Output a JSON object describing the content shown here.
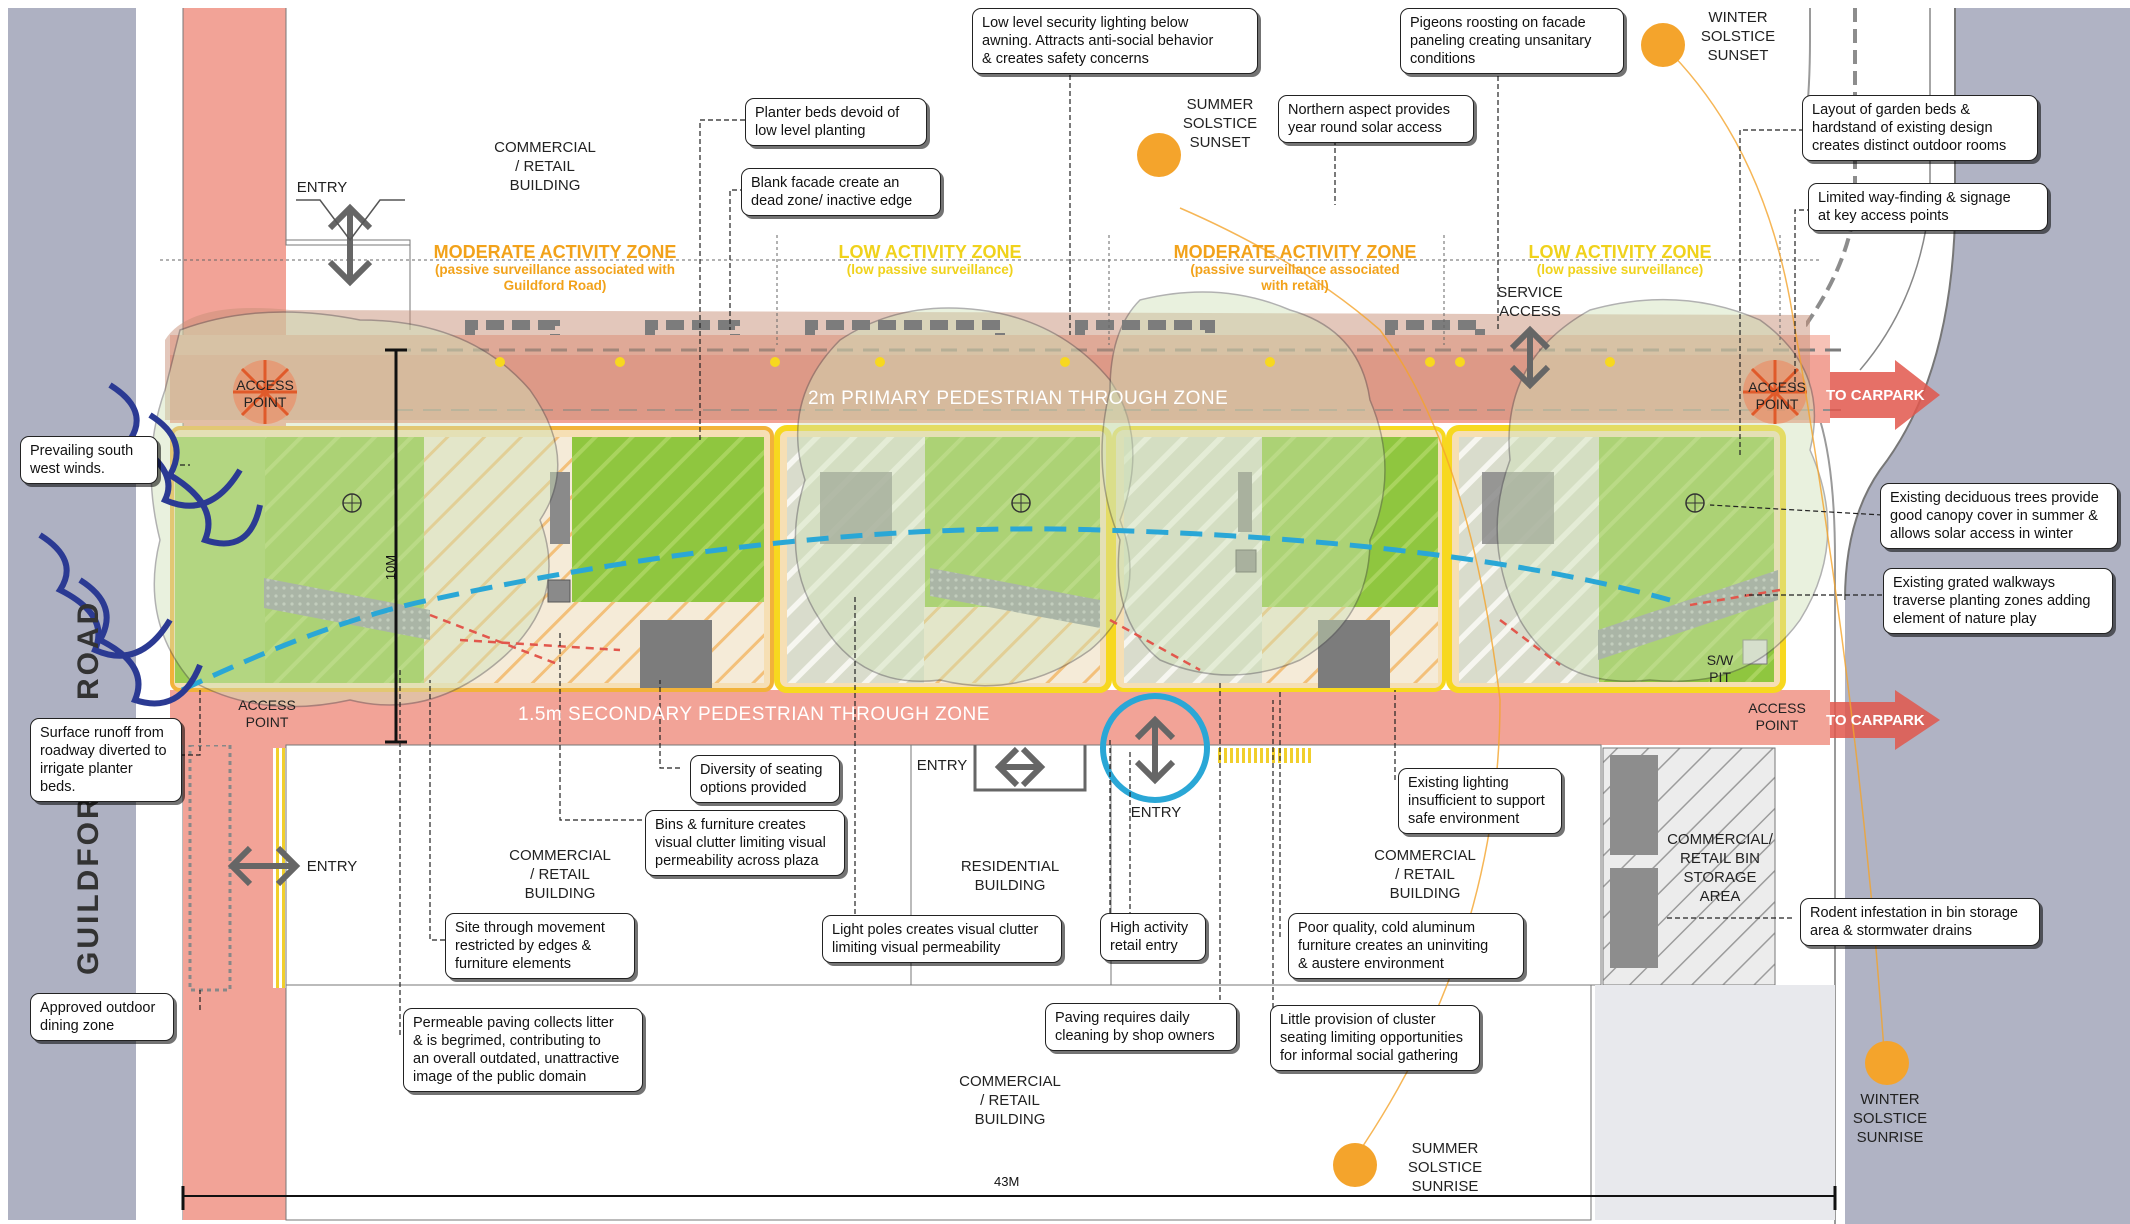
{
  "colors": {
    "road": "#aeb1c2",
    "pedestrian": "#f2a397",
    "planter": "#8fc63f",
    "zone_border": "#f7d81f",
    "activity_orange": "#f2a21a",
    "low_yellow": "#f0d21c",
    "runoff": "#2aa7d6",
    "wind": "#2b3a93",
    "sun": "#f4a42c",
    "arrow_red": "#e2574c"
  },
  "labels": {
    "road_top": "ROAD",
    "road_bottom": "GUILDFORD",
    "commercial_top": "COMMERCIAL\n/ RETAIL\nBUILDING",
    "commercial_mid_left": "COMMERCIAL\n/ RETAIL\nBUILDING",
    "residential": "RESIDENTIAL\nBUILDING",
    "commercial_mid_right": "COMMERCIAL\n/ RETAIL\nBUILDING",
    "commercial_bottom": "COMMERCIAL\n/ RETAIL\nBUILDING",
    "bin_storage": "COMMERCIAL/\nRETAIL BIN\nSTORAGE\nAREA",
    "entry_top": "ENTRY",
    "entry_left": "ENTRY",
    "entry_mid": "ENTRY",
    "entry_center": "ENTRY",
    "service_access": "SERVICE\nACCESS",
    "access_point_tl": "ACCESS\nPOINT",
    "access_point_bl": "ACCESS\nPOINT",
    "access_point_tr": "ACCESS\nPOINT",
    "access_point_br": "ACCESS\nPOINT",
    "sw_pit": "S/W\nPIT",
    "to_carpark_top": "TO CARPARK",
    "to_carpark_bottom": "TO CARPARK",
    "primary_zone": "2m PRIMARY PEDESTRIAN THROUGH ZONE",
    "secondary_zone": "1.5m SECONDARY PEDESTRIAN THROUGH ZONE",
    "dim_10m": "10M",
    "dim_43m": "43M",
    "summer_sunset": "SUMMER\nSOLSTICE\nSUNSET",
    "winter_sunset": "WINTER\nSOLSTICE\nSUNSET",
    "winter_sunrise": "WINTER\nSOLSTICE\nSUNRISE",
    "summer_sunrise": "SUMMER\nSOLSTICE\nSUNRISE"
  },
  "zones": {
    "z1_title": "MODERATE ACTIVITY ZONE",
    "z1_sub": "(passive surveillance associated with\nGuildford Road)",
    "z2_title": "LOW ACTIVITY ZONE",
    "z2_sub": "(low passive surveillance)",
    "z3_title": "MODERATE ACTIVITY ZONE",
    "z3_sub": "(passive surveillance associated\nwith retail)",
    "z4_title": "LOW ACTIVITY ZONE",
    "z4_sub": "(low passive surveillance)"
  },
  "callouts": {
    "security_lighting": "Low level security lighting below\nawning. Attracts anti-social behavior\n& creates safety concerns",
    "pigeons": "Pigeons roosting on facade\npaneling creating unsanitary\nconditions",
    "planter_beds": "Planter beds devoid of\nlow level planting",
    "northern_aspect": "Northern aspect provides\nyear round solar access",
    "garden_beds": "Layout of garden beds &\nhardstand of existing design\ncreates distinct outdoor rooms",
    "blank_facade": "Blank facade create an\ndead zone/ inactive edge",
    "wayfinding": "Limited way-finding & signage\nat key access points",
    "winds": "Prevailing south\nwest winds.",
    "deciduous": "Existing deciduous trees provide\ngood canopy cover in summer &\nallows solar access in winter",
    "grated": "Existing grated walkways\ntraverse planting zones adding\nelement of nature play",
    "runoff": "Surface runoff from\nroadway diverted to\nirrigate planter beds.",
    "seating_diversity": "Diversity of seating\noptions provided",
    "lighting_insufficient": "Existing lighting\ninsufficient to support\nsafe environment",
    "bins_furniture": "Bins & furniture  creates\nvisual clutter limiting visual\npermeability across plaza",
    "site_movement": "Site through movement\nrestricted by edges &\nfurniture elements",
    "light_poles": "Light poles creates visual clutter\nlimiting visual permeability",
    "high_activity": "High activity\nretail entry",
    "poor_furniture": "Poor quality, cold aluminum\nfurniture creates an uninviting\n& austere environment",
    "rodent": "Rodent infestation in bin storage\narea & stormwater drains",
    "outdoor_dining": "Approved outdoor\ndining zone",
    "permeable_paving": "Permeable paving collects litter\n& is begrimed, contributing to\nan overall outdated, unattractive\nimage of the public domain",
    "paving_cleaning": "Paving requires daily\ncleaning by shop owners",
    "cluster_seating": "Little provision of cluster\nseating limiting opportunities\nfor informal social gathering"
  }
}
